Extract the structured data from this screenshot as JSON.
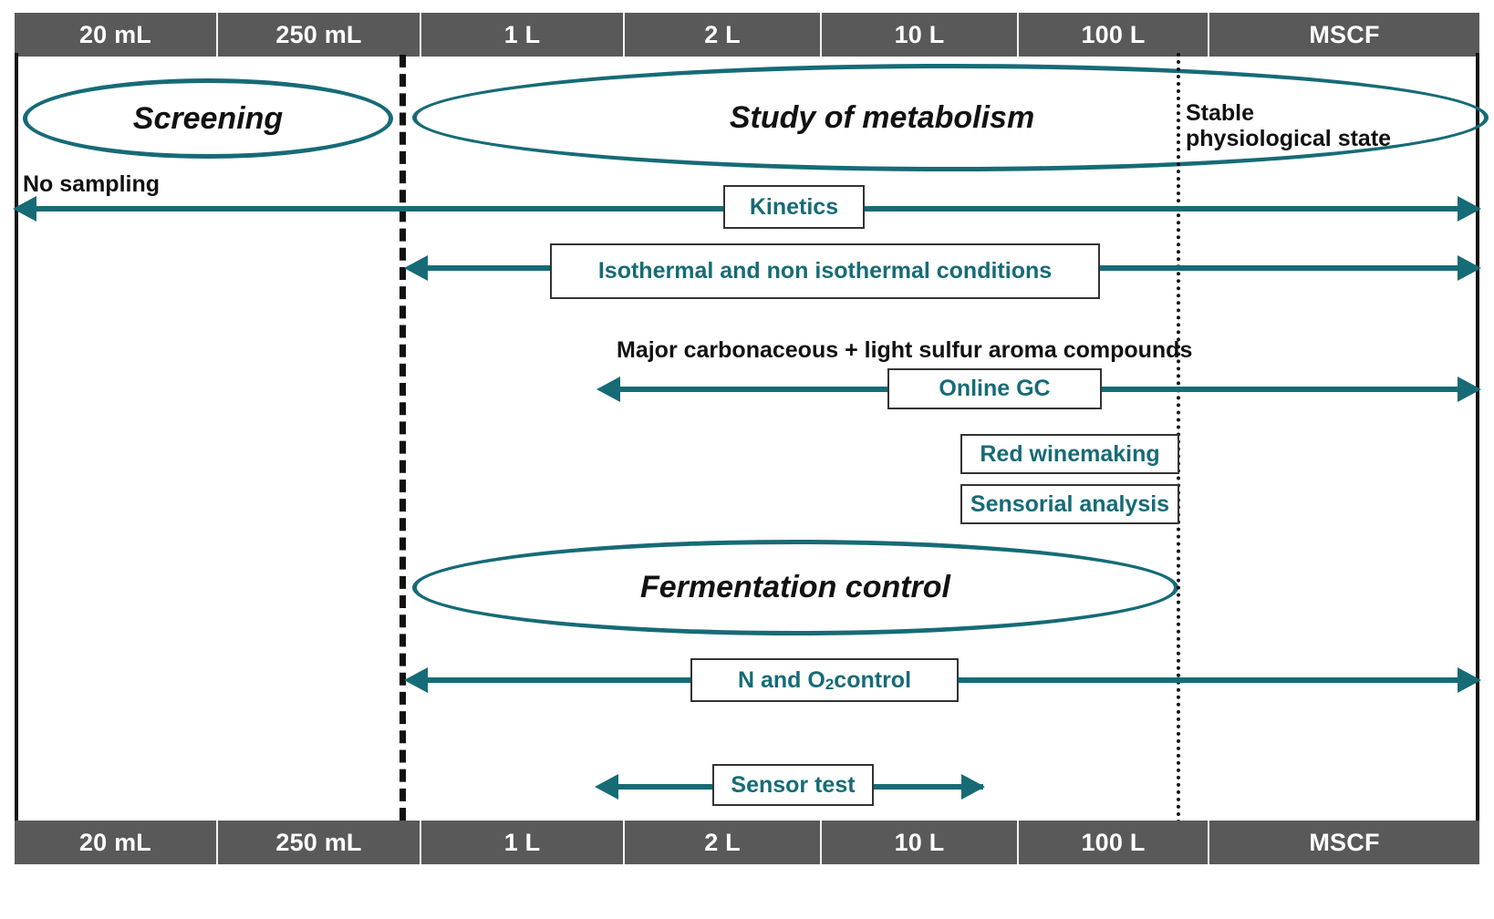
{
  "scale_axis": {
    "top_labels": [
      "20 mL",
      "250 mL",
      "1 L",
      "2 L",
      "10 L",
      "100 L",
      "MSCF"
    ],
    "bottom_labels": [
      "20 mL",
      "250 mL",
      "1 L",
      "2 L",
      "10 L",
      "100 L",
      "MSCF"
    ],
    "bar_color": "#595959",
    "text_color": "#ffffff"
  },
  "accent_color": "#166b76",
  "phases": {
    "screening": "Screening",
    "study_of_metabolism": "Study of metabolism",
    "fermentation_control": "Fermentation control"
  },
  "annotations": {
    "no_sampling": "No sampling",
    "stable_physiological_state": "Stable physiological state",
    "major_compounds": "Major carbonaceous + light sulfur aroma compounds"
  },
  "activities": [
    {
      "label": "Kinetics",
      "arrow": "both"
    },
    {
      "label": "Isothermal and non isothermal conditions",
      "arrow": "both"
    },
    {
      "label": "Online GC",
      "arrow": "both"
    },
    {
      "label": "Red winemaking",
      "arrow": "none"
    },
    {
      "label": "Sensorial analysis",
      "arrow": "none"
    },
    {
      "label": "N and O",
      "sub": "2",
      "label_tail": " control",
      "arrow": "both"
    },
    {
      "label": "Sensor test",
      "arrow": "both"
    }
  ]
}
